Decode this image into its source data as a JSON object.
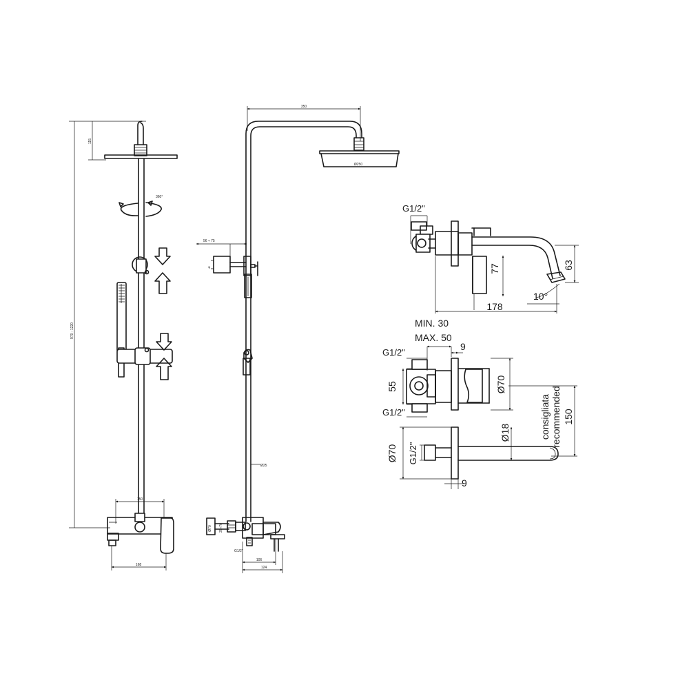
{
  "left_view": {
    "dim_head_height": "115",
    "dim_total_height": "970 - 1220",
    "dim_rotation": "360°",
    "dim_connection_spacing": "150",
    "dim_body_width": "168"
  },
  "middle_view": {
    "dim_top_width": "350",
    "dim_head_diameter": "Ø250",
    "dim_holder_range": "56 ÷ 75",
    "dim_bar_diameter": "Ø25",
    "dim_side_diameter": "Ø70",
    "dim_side_range": "35÷70",
    "dim_inlet": "G1/2\"",
    "dim_depth_inner": "106",
    "dim_depth_outer": "124"
  },
  "right_view": {
    "top_inlet": "G1/2\"",
    "top_height_77": "77",
    "top_height_63": "63",
    "top_angle": "10°",
    "top_length": "178",
    "wall_min": "MIN. 30",
    "wall_max": "MAX. 50",
    "plate_thickness": "9",
    "mid_inlet_upper": "G1/2\"",
    "mid_inlet_lower": "G1/2\"",
    "mid_height": "55",
    "mid_diameter": "Ø70",
    "consigliata": "consigliata",
    "recommended": "recommended",
    "recommended_value": "150",
    "bottom_diameter_left": "Ø70",
    "bottom_inlet": "G1/2\"",
    "bottom_diameter_18": "Ø18",
    "bottom_thickness": "9"
  }
}
